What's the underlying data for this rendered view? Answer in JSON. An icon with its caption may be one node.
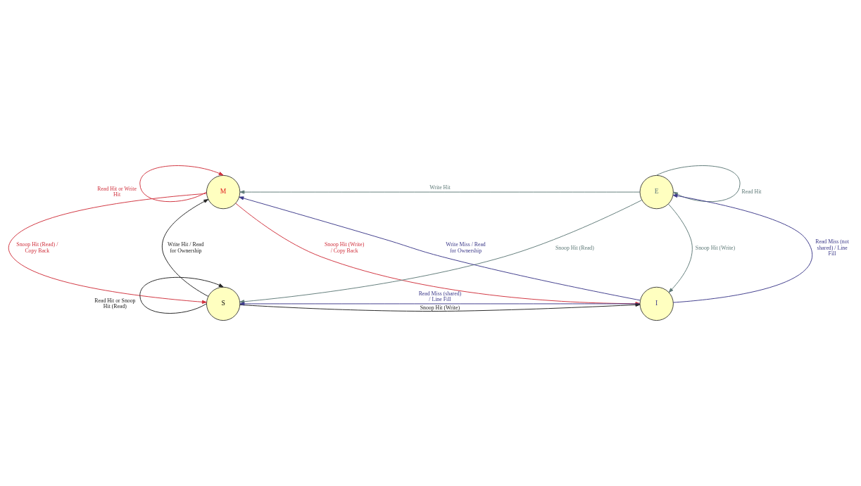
{
  "diagram": {
    "nodes": [
      {
        "text": [
          "M"
        ]
      },
      {
        "text": [
          "E"
        ]
      },
      {
        "text": [
          "S"
        ]
      },
      {
        "text": [
          "I"
        ]
      }
    ],
    "edges": [
      {
        "from": 0,
        "to": 0,
        "arrow": "to",
        "label": "Read Hit or Write Hit",
        "color": "#d0313d"
      },
      {
        "from": 1,
        "to": 0,
        "arrow": "to",
        "label": "Write Hit",
        "color": "#5f7a78"
      },
      {
        "from": 3,
        "to": 0,
        "arrow": "to",
        "label": "Write Miss / Read for Ownership",
        "color": "#3d3a8a"
      },
      {
        "from": 1,
        "to": 1,
        "arrow": "to",
        "label": "Read Hit",
        "color": "#5f7a78"
      },
      {
        "from": 0,
        "to": 2,
        "arrow": "to",
        "label": "Snoop Hit (Read) / Copy Back",
        "color": "#d0313d"
      },
      {
        "from": 2,
        "to": 0,
        "arrow": "to",
        "label": "Write Hit / Read for Ownership",
        "color": "#222222"
      },
      {
        "from": 0,
        "to": 3,
        "arrow": "to",
        "label": "Snoop Hit (Write) / Copy Back",
        "color": "#d0313d"
      },
      {
        "from": 1,
        "to": 2,
        "arrow": "to",
        "label": "Snoop Hit (Read)",
        "color": "#5f7a78"
      },
      {
        "from": 3,
        "to": 1,
        "arrow": "to",
        "label": "Read Miss (not shared) / Line Fill",
        "color": "#3d3a8a"
      },
      {
        "from": 1,
        "to": 3,
        "arrow": "to",
        "label": "Snoop Hit (Write)",
        "color": "#5f7a78"
      },
      {
        "from": 3,
        "to": 2,
        "arrow": "to",
        "label": "Read Miss (shared) / Line Fill",
        "color": "#3d3a8a"
      },
      {
        "from": 2,
        "to": 3,
        "arrow": "to",
        "label": "Snoop Hit (Write)",
        "color": "#222222"
      },
      {
        "from": 2,
        "to": 2,
        "arrow": "to",
        "label": "Read Hit or Snoop Hit (Read)",
        "color": "#222222"
      }
    ]
  }
}
